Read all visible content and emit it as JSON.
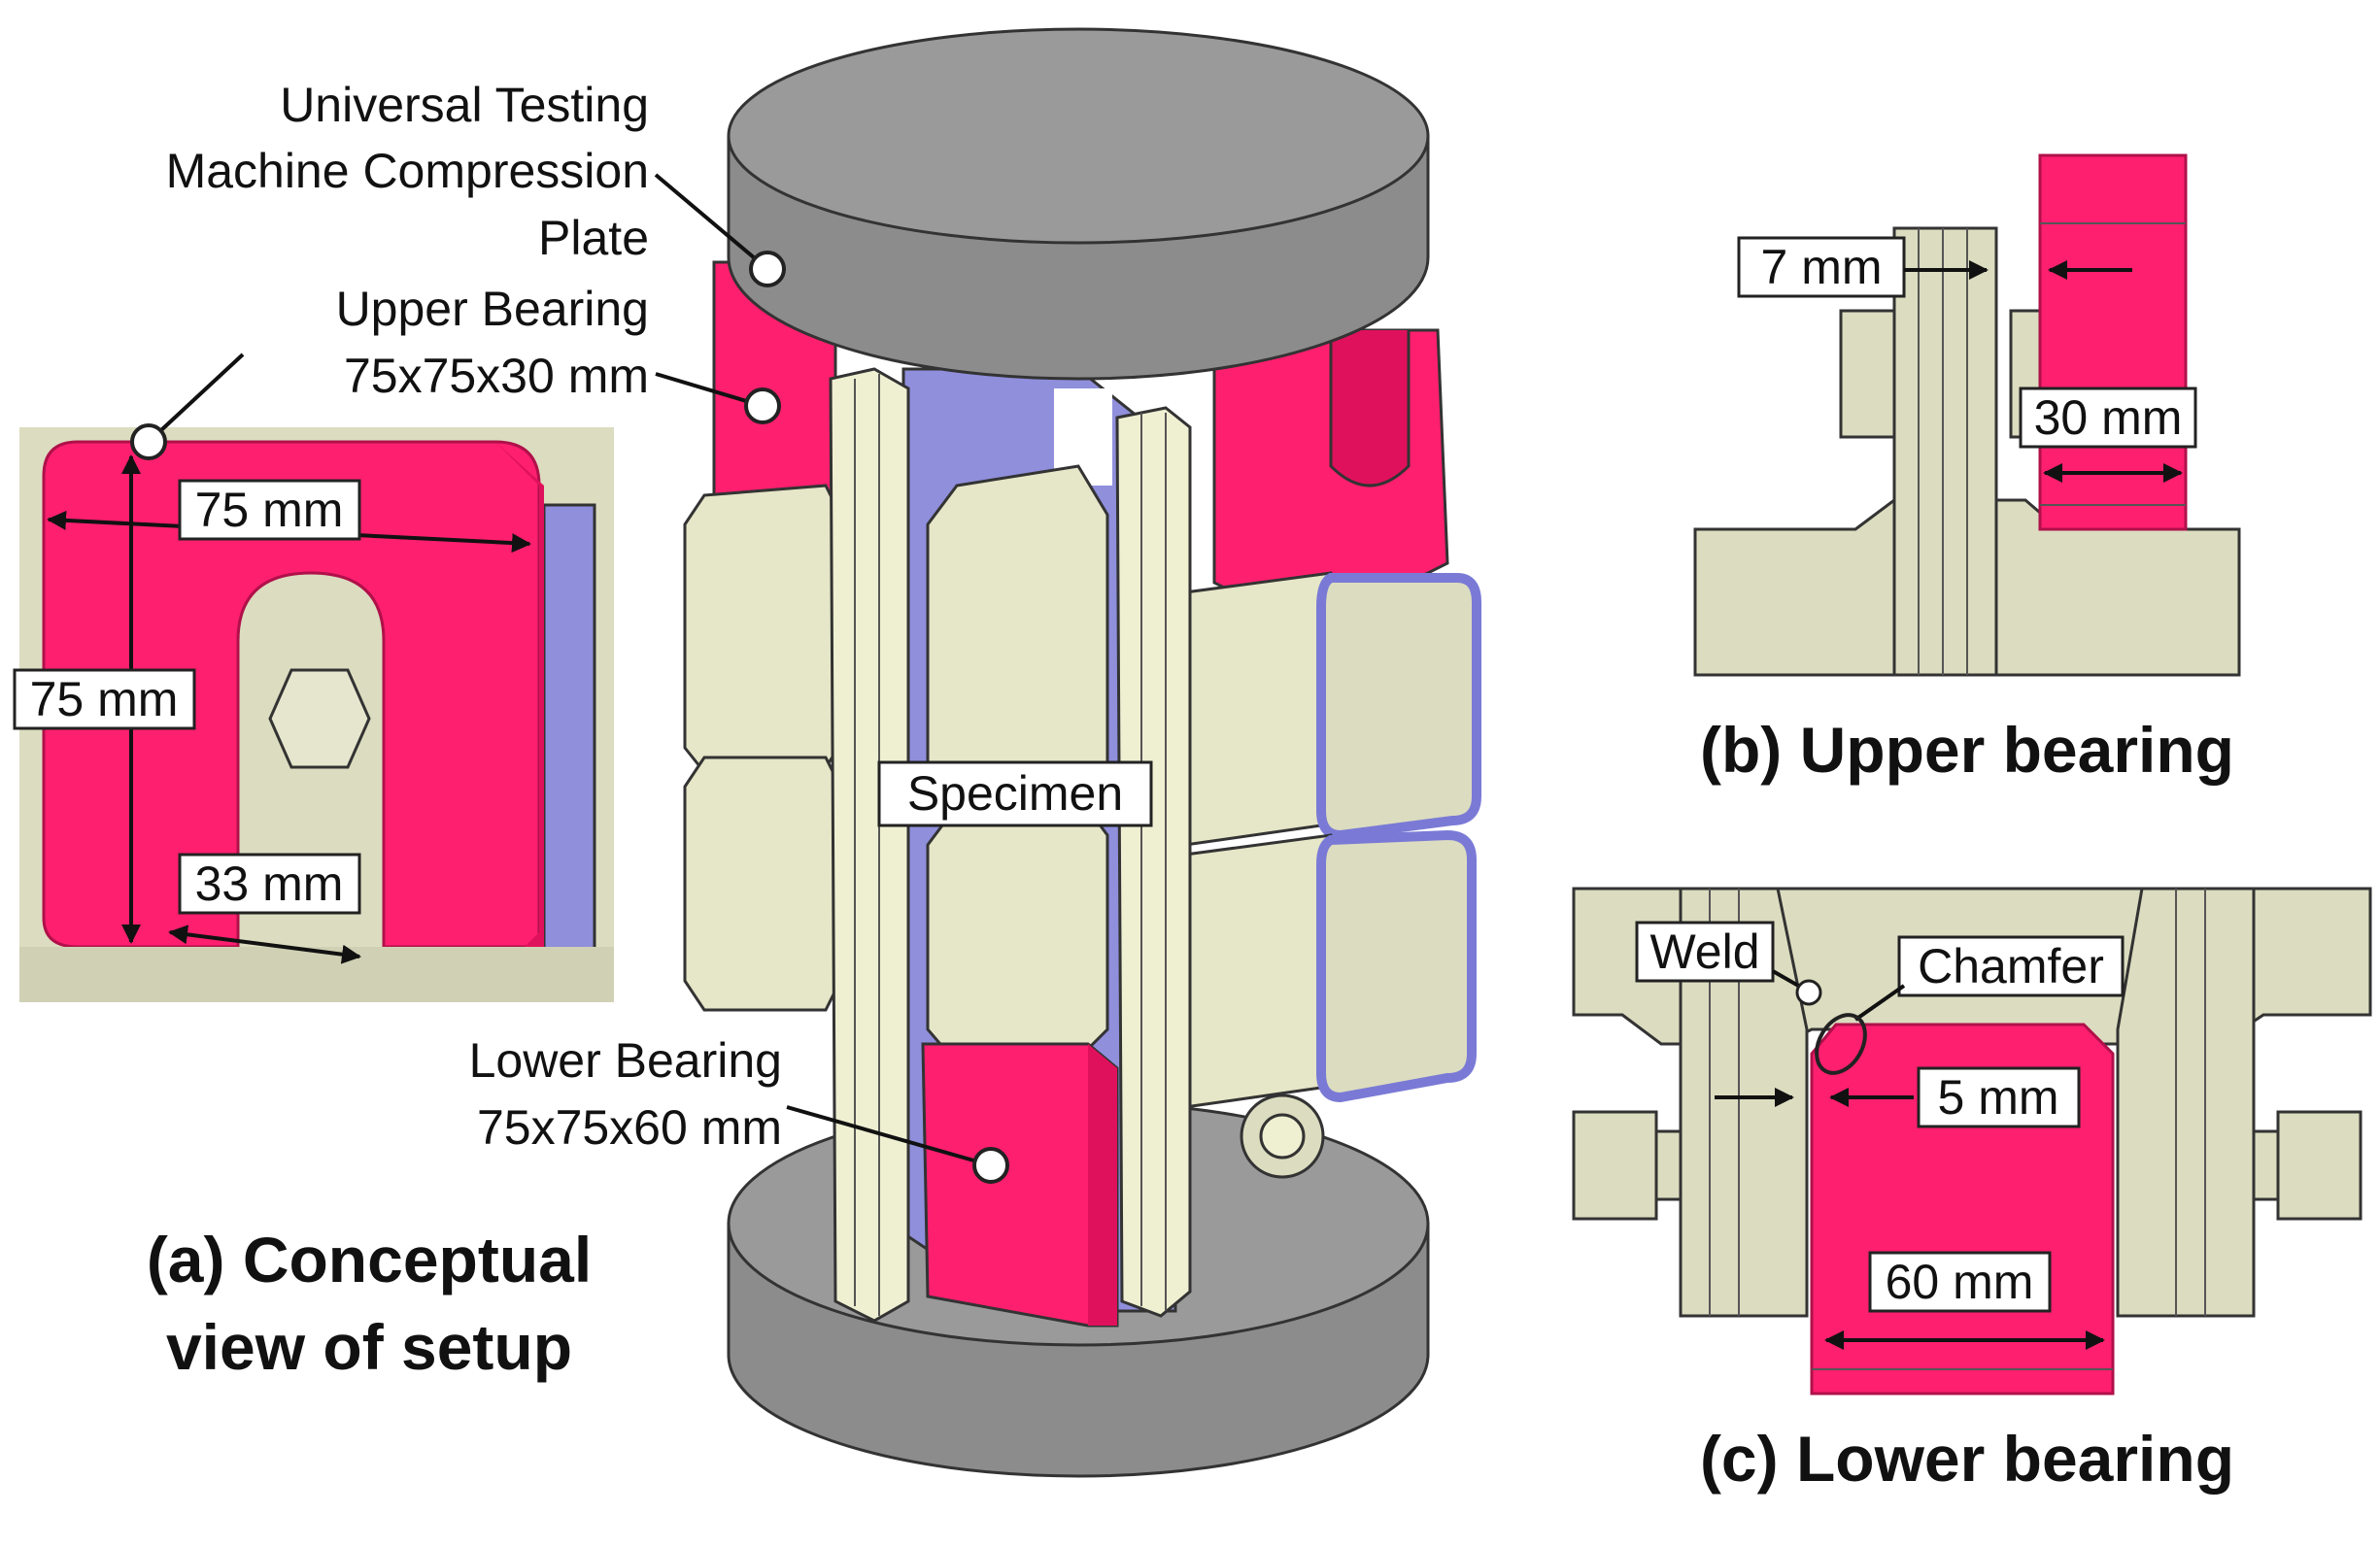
{
  "colors": {
    "steel": "#dcdcc0",
    "steel_light": "#efefd2",
    "bearing": "#ff1f6f",
    "bearing_dark": "#e0115c",
    "plate": "#8c8c8c",
    "plate_top": "#9a9a9a",
    "bracket": "#8f8fdc",
    "outline": "#333333"
  },
  "labels": {
    "compression_plate": [
      "Universal Testing",
      "Machine Compression",
      "Plate"
    ],
    "upper_bearing": [
      "Upper Bearing",
      "75x75x30 mm"
    ],
    "lower_bearing": [
      "Lower Bearing",
      "75x75x60 mm"
    ],
    "specimen": "Specimen",
    "dim_75_width": "75 mm",
    "dim_75_height": "75 mm",
    "dim_33": "33 mm",
    "dim_7": "7 mm",
    "dim_30": "30 mm",
    "weld": "Weld",
    "chamfer": "Chamfer",
    "dim_5": "5 mm",
    "dim_60": "60 mm"
  },
  "captions": {
    "a": [
      "(a) Conceptual",
      "view of setup"
    ],
    "b": "(b) Upper bearing",
    "c": "(c) Lower bearing"
  }
}
